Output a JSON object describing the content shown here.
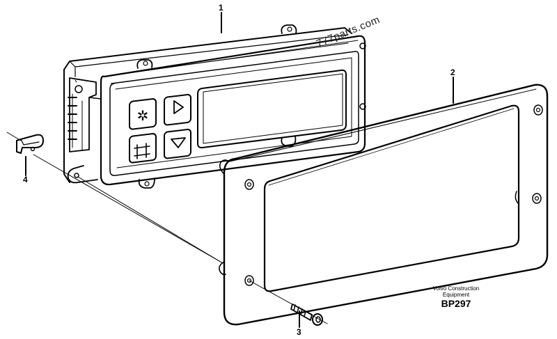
{
  "diagram": {
    "type": "exploded-parts-drawing",
    "subject": "Control panel unit with mounting frame",
    "callouts": [
      {
        "number": "1",
        "part": "control-panel-unit"
      },
      {
        "number": "2",
        "part": "mounting-frame"
      },
      {
        "number": "3",
        "part": "screw"
      },
      {
        "number": "4",
        "part": "clip"
      }
    ],
    "panel_buttons": [
      {
        "icon": "asterisk-icon"
      },
      {
        "icon": "play-right-icon"
      },
      {
        "icon": "hash-grid-icon"
      },
      {
        "icon": "triangle-down-icon"
      }
    ],
    "watermark": "777parts.com",
    "credit": {
      "line1": "Volvo Construction",
      "line2": "Equipment",
      "code": "BP297"
    }
  },
  "colors": {
    "ink": "#000000",
    "background": "#ffffff"
  }
}
